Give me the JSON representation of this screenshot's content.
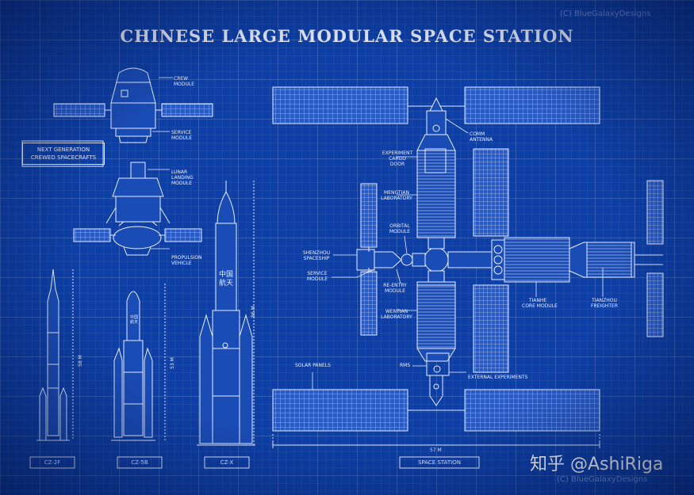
{
  "title": "CHINESE LARGE MODULAR SPACE STATION",
  "credit_top": "(C) BlueGalaxyDesigns",
  "credit_bottom": "(C) BlueGalaxyDesigns",
  "watermark": "知乎 @AshiRiga",
  "section_label": "NEXT GENERATION\nCREWED SPACECRAFTS",
  "spacecraft_labels": {
    "crew_module": "CREW\nMODULE",
    "service_module": "SERVICE\nMODULE",
    "lunar_landing_module": "LUNAR\nLANDING\nMODULE",
    "propulsion_vehicle": "PROPULSION\nVEHICLE"
  },
  "rocket_heights": {
    "cz2f": "58 M",
    "cz5b": "53 M",
    "czx": "86 M"
  },
  "rocket_labels": [
    "CZ-2F",
    "CZ-5B",
    "CZ-X"
  ],
  "rocket_marking": "中国航天",
  "station_labels": {
    "comm_antenna": "COMM\nANTENNA",
    "experiment_cargo_door": "EXPERIMENT\nCARGO\nDOOR",
    "mengtian_laboratory": "MENGTIAN\nLABORATORY",
    "orbital_module": "ORBITAL\nMODULE",
    "shenzhou_spaceship": "SHENZHOU\nSPACESHIP",
    "service_module": "SERVICE\nMODULE",
    "reentry_module": "RE-ENTRY\nMODULE",
    "wentian_laboratory": "WENTIAN\nLABORATORY",
    "tianhe_core_module": "TIANHE\nCORE MODULE",
    "tianzhou_freighter": "TIANZHOU\nFREIGHTER",
    "solar_panels": "SOLAR PANELS",
    "rms": "RMS",
    "external_experiments": "EXTERNAL EXPERIMENTS"
  },
  "station_span": "57 M",
  "station_caption": "SPACE STATION",
  "colors": {
    "background": "#0d3fa6",
    "line": "#e8eeff",
    "panel_fill": "#2a5bc2"
  }
}
